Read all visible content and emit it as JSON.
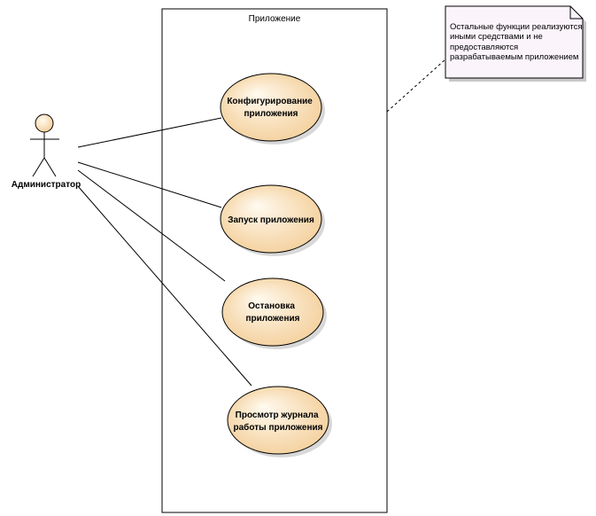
{
  "system_boundary": {
    "title": "Приложение"
  },
  "actor": {
    "name": "Администратор"
  },
  "use_cases": [
    {
      "lines": [
        "Конфигурирование",
        "приложения"
      ]
    },
    {
      "lines": [
        "Запуск приложения"
      ]
    },
    {
      "lines": [
        "Остановка",
        "приложения"
      ]
    },
    {
      "lines": [
        "Просмотр журнала",
        "работы приложения"
      ]
    }
  ],
  "note": {
    "lines": [
      "Остальные функции реализуются",
      "иными средствами и не",
      "предоставляются",
      "разрабатываемым приложением"
    ]
  },
  "colors": {
    "use_case_fill_light": "#fdf3e3",
    "use_case_fill_dark": "#f4cf98",
    "note_fill": "#fbf5fb",
    "stroke": "#000000",
    "shadow": "#c8c8c8"
  }
}
